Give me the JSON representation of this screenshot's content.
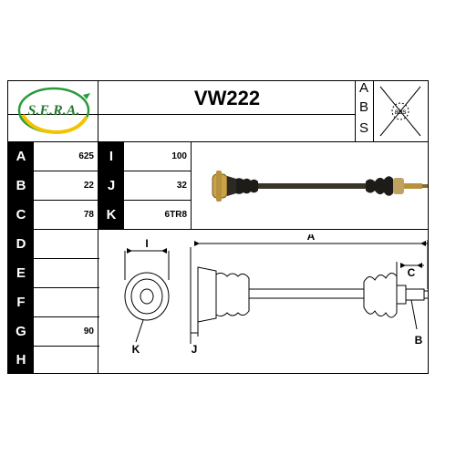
{
  "brand": {
    "logo_text": "S.E.R.A."
  },
  "header": {
    "part_number": "VW222",
    "abs_letters": [
      "A",
      "B",
      "S"
    ],
    "abs_badge": "abs"
  },
  "specs": [
    {
      "label": "A",
      "value": "625"
    },
    {
      "label": "B",
      "value": "22"
    },
    {
      "label": "C",
      "value": "78"
    },
    {
      "label": "D",
      "value": ""
    },
    {
      "label": "E",
      "value": ""
    },
    {
      "label": "F",
      "value": ""
    },
    {
      "label": "G",
      "value": "90"
    },
    {
      "label": "H",
      "value": ""
    }
  ],
  "specs2": [
    {
      "label": "I",
      "value": "100"
    },
    {
      "label": "J",
      "value": "32"
    },
    {
      "label": "K",
      "value": "6TR8"
    }
  ],
  "diagram": {
    "labels": {
      "I": "I",
      "A": "A",
      "C": "C",
      "K": "K",
      "J": "J",
      "B": "B"
    }
  }
}
